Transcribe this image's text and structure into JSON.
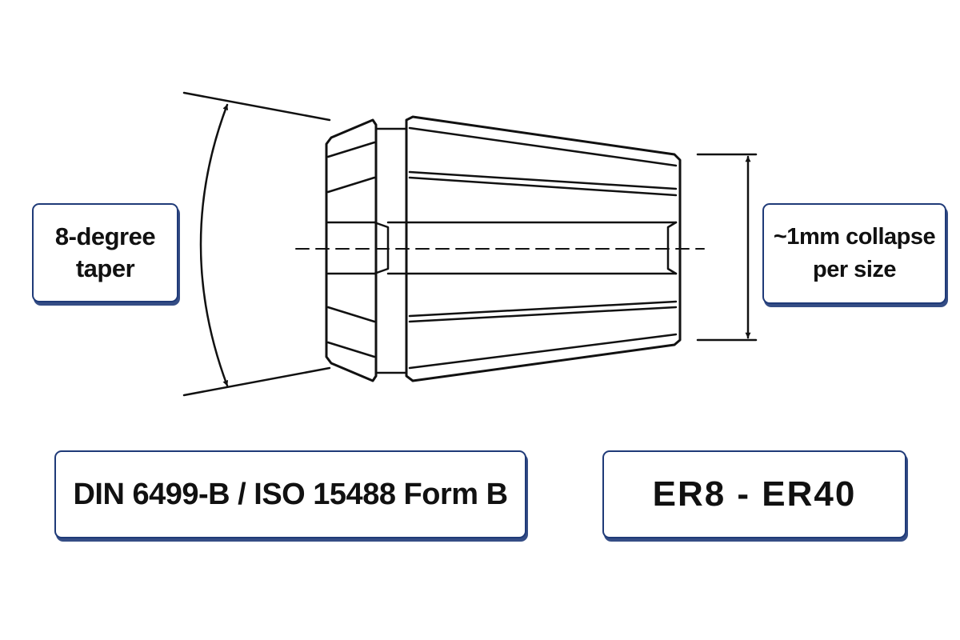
{
  "annotations": {
    "taper": {
      "line1": "8-degree",
      "line2": "taper"
    },
    "collapse": {
      "line1": "~1mm collapse",
      "line2": "per size"
    }
  },
  "specs": {
    "standard": "DIN 6499-B / ISO 15488 Form B",
    "size_range": "ER8 - ER40"
  },
  "colors": {
    "frame": "#1f3a78",
    "line": "#111111",
    "text": "#111111",
    "background": "#ffffff"
  }
}
